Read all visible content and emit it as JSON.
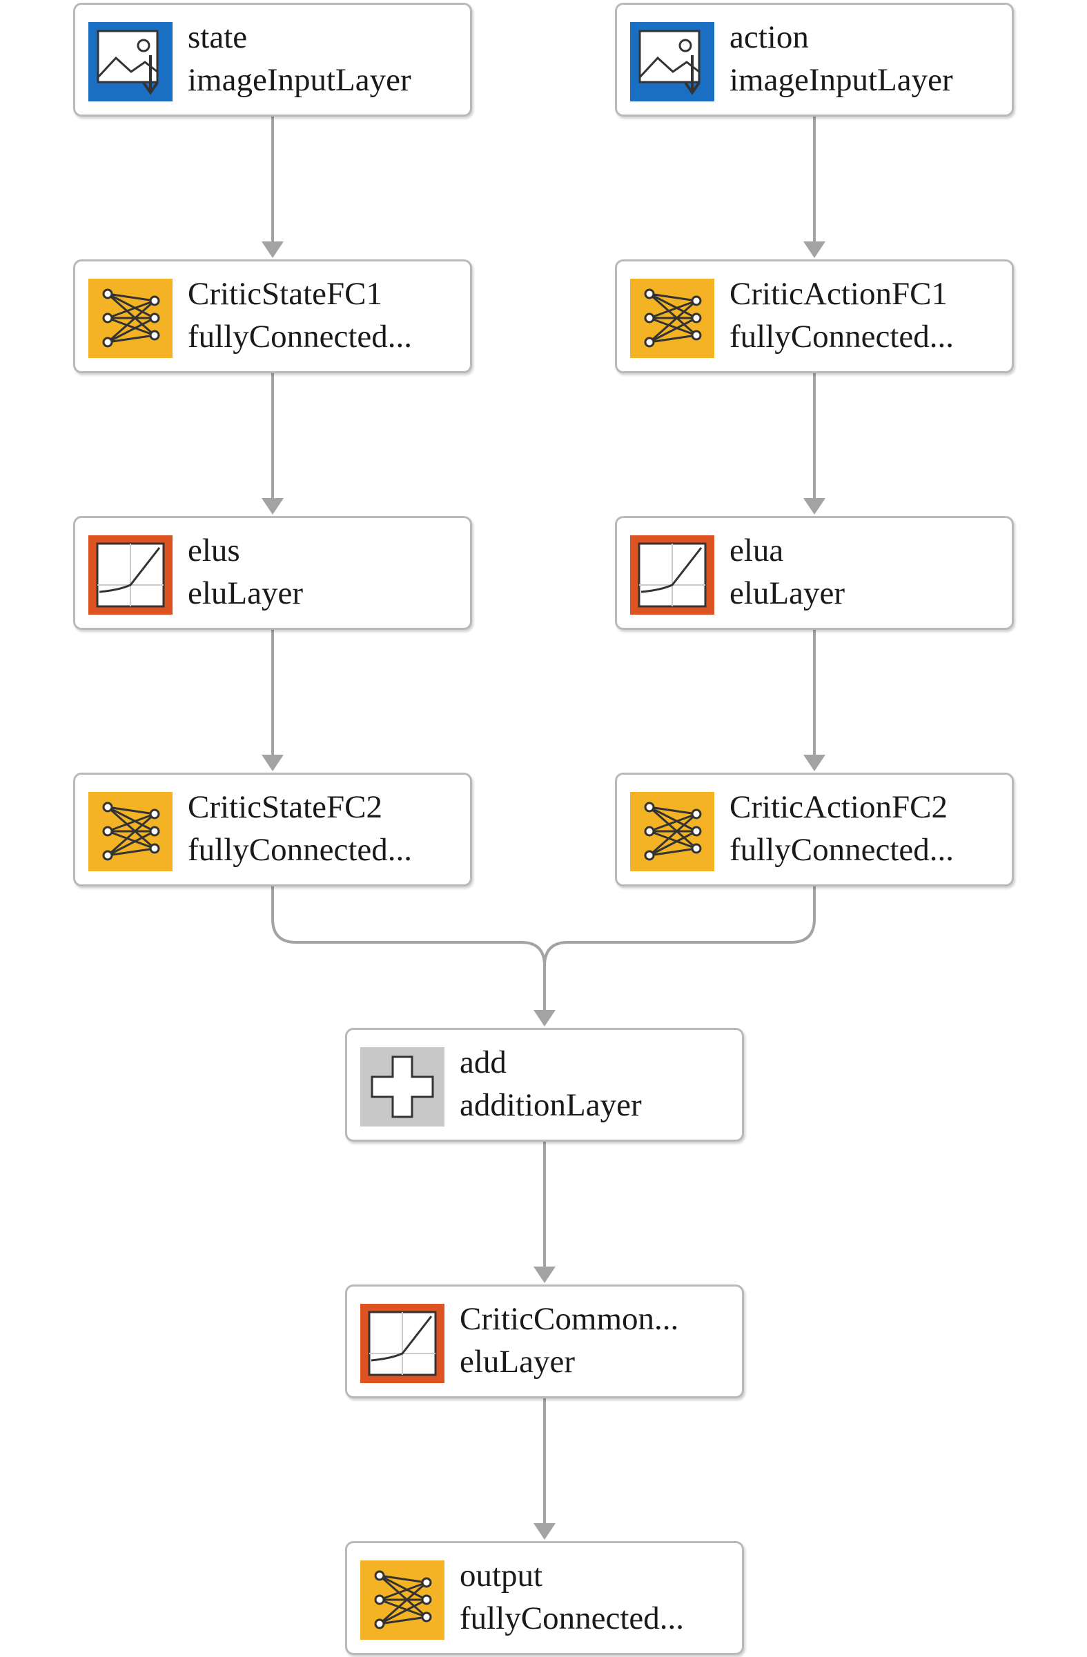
{
  "nodes": [
    {
      "id": "state",
      "name": "state",
      "type": "imageInputLayer",
      "icon": "image-input-icon"
    },
    {
      "id": "action",
      "name": "action",
      "type": "imageInputLayer",
      "icon": "image-input-icon"
    },
    {
      "id": "criticstatefc1",
      "name": "CriticStateFC1",
      "type": "fullyConnected...",
      "icon": "fully-connected-icon"
    },
    {
      "id": "criticactionfc1",
      "name": "CriticActionFC1",
      "type": "fullyConnected...",
      "icon": "fully-connected-icon"
    },
    {
      "id": "elus",
      "name": "elus",
      "type": "eluLayer",
      "icon": "elu-icon"
    },
    {
      "id": "elua",
      "name": "elua",
      "type": "eluLayer",
      "icon": "elu-icon"
    },
    {
      "id": "criticstatefc2",
      "name": "CriticStateFC2",
      "type": "fullyConnected...",
      "icon": "fully-connected-icon"
    },
    {
      "id": "criticactionfc2",
      "name": "CriticActionFC2",
      "type": "fullyConnected...",
      "icon": "fully-connected-icon"
    },
    {
      "id": "add",
      "name": "add",
      "type": "additionLayer",
      "icon": "addition-icon"
    },
    {
      "id": "criticcommon",
      "name": "CriticCommon...",
      "type": "eluLayer",
      "icon": "elu-icon"
    },
    {
      "id": "output",
      "name": "output",
      "type": "fullyConnected...",
      "icon": "fully-connected-icon"
    }
  ],
  "edges": [
    {
      "from": "state",
      "to": "criticstatefc1"
    },
    {
      "from": "criticstatefc1",
      "to": "elus"
    },
    {
      "from": "elus",
      "to": "criticstatefc2"
    },
    {
      "from": "action",
      "to": "criticactionfc1"
    },
    {
      "from": "criticactionfc1",
      "to": "elua"
    },
    {
      "from": "elua",
      "to": "criticactionfc2"
    },
    {
      "from": "criticstatefc2",
      "to": "add"
    },
    {
      "from": "criticactionfc2",
      "to": "add"
    },
    {
      "from": "add",
      "to": "criticcommon"
    },
    {
      "from": "criticcommon",
      "to": "output"
    }
  ],
  "colors": {
    "image-input-icon": "#1a6fc2",
    "fully-connected-icon": "#f3b324",
    "elu-icon": "#dd5321",
    "addition-icon": "#c8c8c8",
    "connector": "#a3a3a3",
    "node-border": "#b9b9b9"
  }
}
